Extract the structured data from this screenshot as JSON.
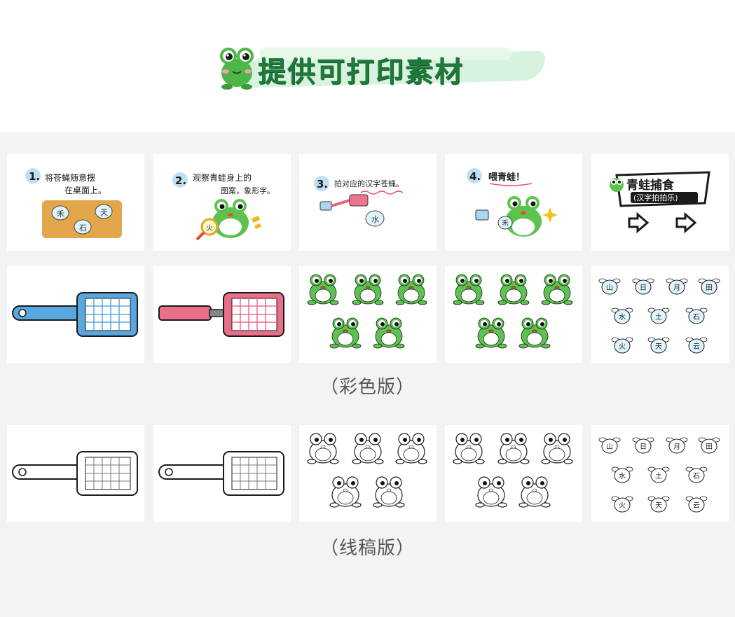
{
  "header": {
    "title": "提供可打印素材"
  },
  "sections": {
    "color_label": "（彩色版）",
    "line_label": "（线稿版）"
  },
  "steps": {
    "step1_number": "1.",
    "step1_text_a": "将苍蝇随意摆",
    "step1_text_b": "在桌面上。",
    "step2_number": "2.",
    "step2_text_a": "观察青蛙身上的",
    "step2_text_b": "图案，象形字。",
    "step3_number": "3.",
    "step3_text": "拍对应的汉字苍蝇。",
    "step4_number": "4.",
    "step4_text": "喂青蛙！",
    "game_title": "青蛙捕食",
    "game_subtitle": "(汉字拍拍乐)"
  },
  "fly_chars": {
    "step1": [
      "禾",
      "天",
      "石"
    ],
    "step2": "火",
    "step3": "水",
    "step4": "禾",
    "grid": [
      "山",
      "日",
      "月",
      "田",
      "水",
      "土",
      "石",
      "火",
      "天",
      "云"
    ]
  },
  "colors": {
    "frog_green": "#5cc34f",
    "frog_dark": "#2f8c2c",
    "swatter_blue": "#5aa7e0",
    "swatter_pink": "#ec6f8a",
    "title_green": "#1f7a3a",
    "fly_face": "#dff4fb",
    "panel_bg": "#f3f3f3"
  }
}
